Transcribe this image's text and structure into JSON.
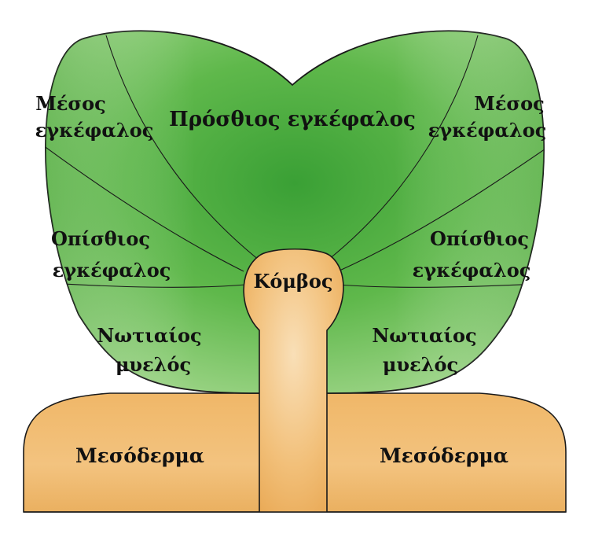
{
  "labels": {
    "prosthios": "Πρόσθιος εγκέφαλος",
    "mesos_left_1": "Μέσος",
    "mesos_left_2": "εγκέφαλος",
    "mesos_right_1": "Μέσος",
    "mesos_right_2": "εγκέφαλος",
    "opisthios_left_1": "Οπίσθιος",
    "opisthios_left_2": "εγκέφαλος",
    "opisthios_right_1": "Οπίσθιος",
    "opisthios_right_2": "εγκέφαλος",
    "notiaios_left_1": "Νωτιαίος",
    "notiaios_left_2": "μυελός",
    "notiaios_right_1": "Νωτιαίος",
    "notiaios_right_2": "μυελός",
    "kombos": "Κόμβος",
    "mesoderma_left": "Μεσόδερμα",
    "mesoderma_right": "Μεσόδερμα"
  },
  "colors": {
    "neural_plate": "#4fae3e",
    "neural_plate_light": "#9fd88a",
    "mesoderm": "#edb15e",
    "mesoderm_light": "#f7d7a6",
    "outline": "#1a1a1a"
  }
}
